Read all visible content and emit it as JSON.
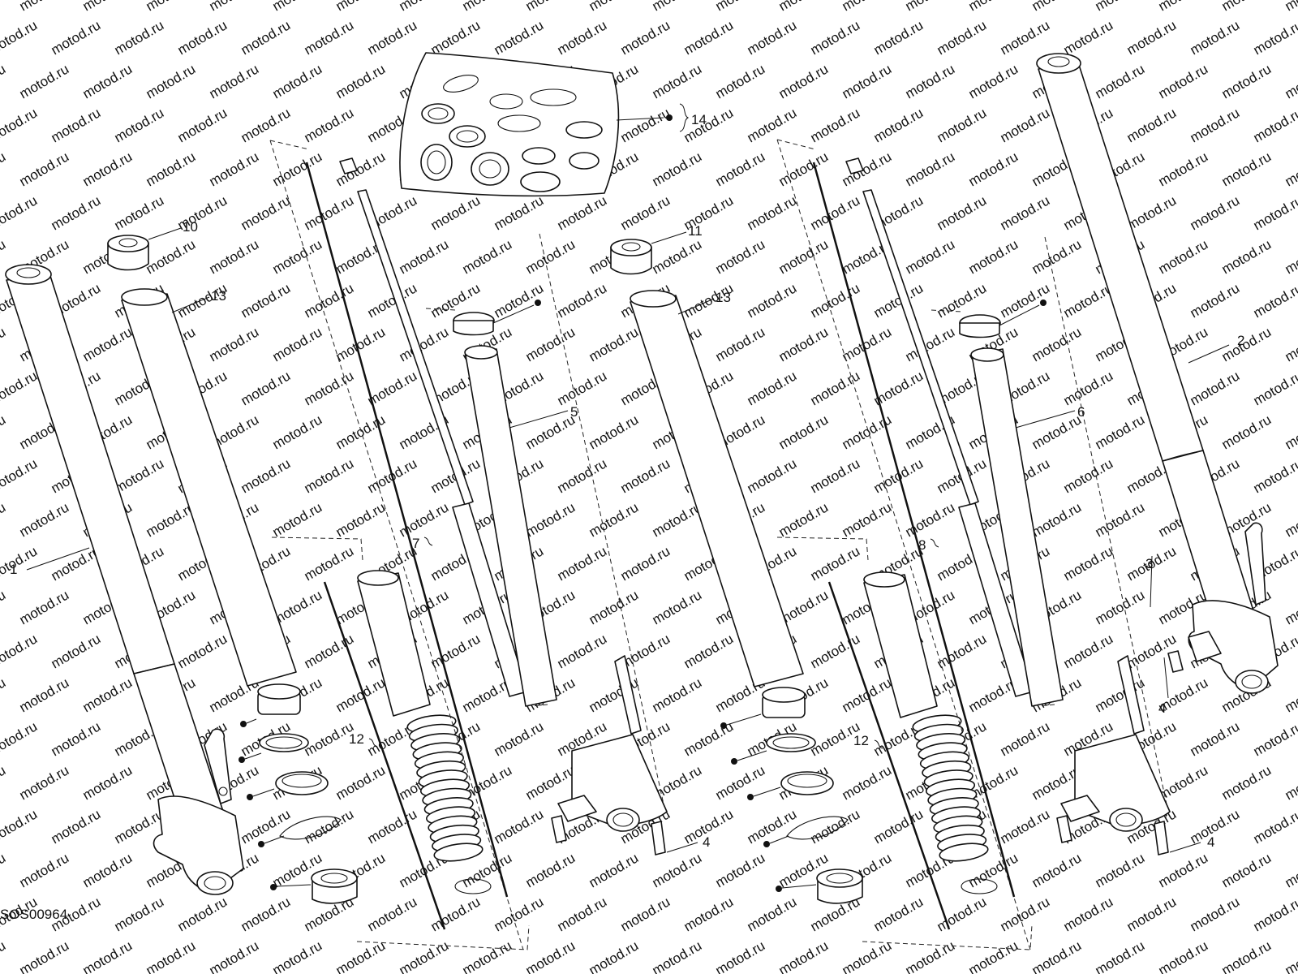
{
  "diagram": {
    "drawing_code": "SOS00964",
    "watermark_text": "motod.ru",
    "callouts": [
      "1",
      "2",
      "3",
      "4",
      "4",
      "5",
      "6",
      "7",
      "8",
      "9",
      "10",
      "11",
      "12",
      "12",
      "13",
      "13",
      "14"
    ]
  }
}
